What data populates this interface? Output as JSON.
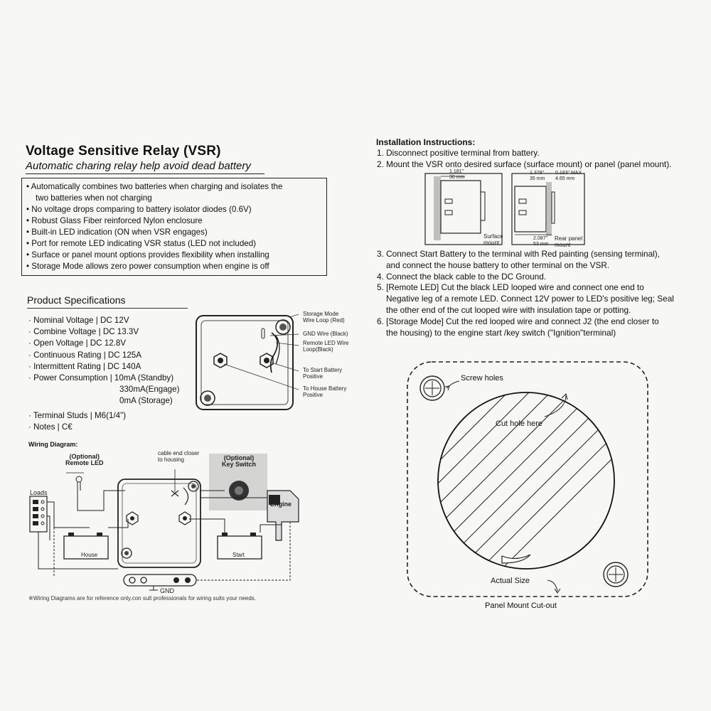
{
  "title": "Voltage Sensitive Relay (VSR)",
  "subtitle": "Automatic charing relay help avoid dead battery",
  "features": [
    "• Automatically combines two batteries when charging and isolates the",
    "two batteries when not charging",
    "• No voltage drops comparing to battery isolator diodes (0.6V)",
    "• Robust Glass Fiber reinforced Nylon enclosure",
    "• Built-in LED indication (ON when VSR engages)",
    "• Port for remote LED indicating VSR status (LED not included)",
    "• Surface or panel mount options provides flexibility when installing",
    "• Storage Mode allows zero power consumption when engine is off"
  ],
  "specs": {
    "heading": "Product Specifications",
    "rows": [
      "· Nominal Voltage | DC 12V",
      "· Combine Voltage | DC 13.3V",
      "· Open Voltage | DC 12.8V",
      "· Continuous Rating | DC 125A",
      "· Intermittent Rating | DC 140A",
      "· Power Consumption | 10mA (Standby)"
    ],
    "power_cont": [
      "330mA(Engage)",
      "0mA (Storage)"
    ],
    "rows2": [
      "· Terminal Studs | M6(1/4\")",
      "· Notes | C€"
    ]
  },
  "relay_callouts": {
    "storage1": "Storage Mode",
    "storage2": "Wire Loop (Red)",
    "gnd": "GND Wire (Black)",
    "remote1": "Remote LED Wire",
    "remote2": "Loop(Black)",
    "start1": "To Start Battery",
    "start2": "Positive",
    "house1": "To House Battery",
    "house2": "Positive"
  },
  "wiring": {
    "heading": "Wiring Diagram:",
    "optional_led1": "(Optional)",
    "optional_led2": "Remote LED",
    "cable1": "cable end closer",
    "cable2": "to housing",
    "optional_key1": "(Optional)",
    "optional_key2": "Key Switch",
    "loads": "Loads",
    "engine": "Engine",
    "house": "House",
    "start": "Start",
    "gnd": "GND",
    "footnote": "※Wiring Diagrams are for reference only.con sult professionals for wiring suits your needs."
  },
  "install": {
    "heading": "Installation Instructions:",
    "steps1": [
      "1. Disconnect positive terminal from battery.",
      "2. Mount the VSR onto desired surface (surface mount) or panel (panel mount)."
    ],
    "steps2": [
      "3. Connect Start Battery to the terminal with Red painting (sensing terminal),",
      "and connect the house battery to other terminal on the VSR.",
      "4. Connect the black cable to the DC Ground.",
      "5. [Remote LED] Cut the black LED looped wire and connect one end to",
      "Negative leg of a remote LED. Connect 12V power to LED's positive leg; Seal",
      "the other end of the cut looped wire with insulation tape or potting.",
      "6. [Storage Mode] Cut the red looped wire and connect J2 (the end closer to",
      "the housing) to the engine start /key switch (\"Ignition\"terminal)"
    ]
  },
  "mount": {
    "surface_dim1": "1.181\"",
    "surface_dim2": "30 mm",
    "surface_label1": "Surface",
    "surface_label2": "mount",
    "panel_dim1": "1.378\"",
    "panel_dim2": "35 mm",
    "panel_dim3": "0.183\" MAX",
    "panel_dim4": "4.65 mm",
    "panel_dim5": "2.087\"",
    "panel_dim6": "53 mm",
    "panel_label1": "Rear panel",
    "panel_label2": "mount"
  },
  "cutout": {
    "screw_holes": "Screw holes",
    "cut_hole": "Cut hole here",
    "actual_size": "Actual Size",
    "caption": "Panel Mount Cut-out"
  }
}
